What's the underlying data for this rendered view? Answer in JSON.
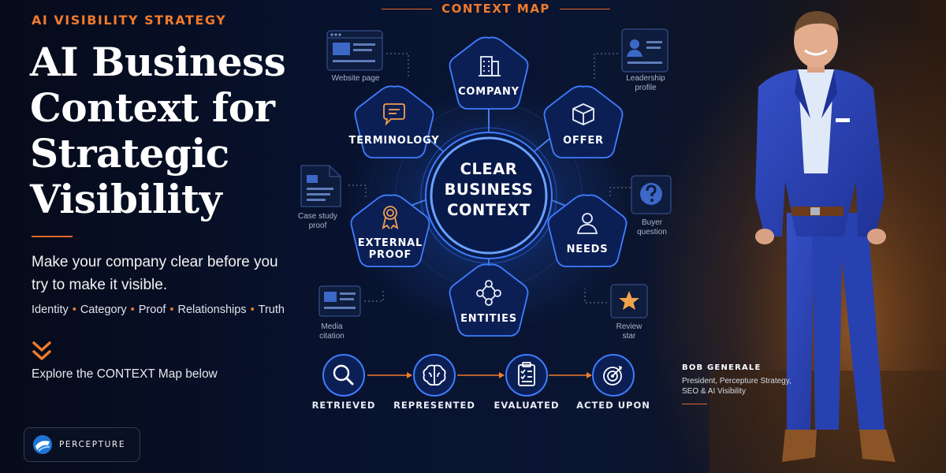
{
  "kicker": "AI VISIBILITY STRATEGY",
  "headline": {
    "line1": "AI Business",
    "line2": "Context for",
    "line3": "Strategic",
    "line4": "Visibility"
  },
  "subhead": "Make your company clear before you try to make it visible.",
  "tagline": {
    "items": [
      "Identity",
      "Category",
      "Proof",
      "Relationships",
      "Truth"
    ],
    "separator": "•"
  },
  "explore_text": "Explore the CONTEXT Map below",
  "logo": {
    "text": "PERCEPTURE",
    "icon": "perceptive-globe-icon"
  },
  "map": {
    "title": "CONTEXT MAP",
    "center_line1": "CLEAR",
    "center_line2": "BUSINESS",
    "center_line3": "CONTEXT",
    "nodes": {
      "company": {
        "label": "COMPANY",
        "icon": "building-icon"
      },
      "offer": {
        "label": "OFFER",
        "icon": "box-icon"
      },
      "needs": {
        "label": "NEEDS",
        "icon": "person-icon"
      },
      "entities": {
        "label": "ENTITIES",
        "icon": "network-icon"
      },
      "external_proof": {
        "label_line1": "EXTERNAL",
        "label_line2": "PROOF",
        "icon": "ribbon-award-icon"
      },
      "terminology": {
        "label": "TERMINOLOGY",
        "icon": "chat-bubble-icon"
      }
    },
    "artifacts": {
      "website": {
        "line1": "Website page",
        "icon": "browser-window-icon"
      },
      "leadership": {
        "line1": "Leadership",
        "line2": "profile",
        "icon": "profile-card-icon"
      },
      "buyer": {
        "line1": "Buyer",
        "line2": "question",
        "icon": "question-icon"
      },
      "review": {
        "line1": "Review",
        "line2": "star",
        "icon": "star-icon"
      },
      "media": {
        "line1": "Media",
        "line2": "citation",
        "icon": "media-card-icon"
      },
      "case_study": {
        "line1": "Case study",
        "line2": "proof",
        "icon": "document-icon"
      }
    }
  },
  "pipeline": [
    {
      "label": "RETRIEVED",
      "icon": "magnifier-icon"
    },
    {
      "label": "REPRESENTED",
      "icon": "brain-icon"
    },
    {
      "label": "EVALUATED",
      "icon": "clipboard-check-icon"
    },
    {
      "label": "ACTED UPON",
      "icon": "target-icon"
    }
  ],
  "person": {
    "name": "BOB GENERALE",
    "title": "President, Percepture Strategy, SEO & AI Visibility"
  },
  "colors": {
    "accent_orange": "#f07a2c",
    "node_blue": "#3f7dff",
    "background_navy": "#081330",
    "suit_blue": "#2a46b8"
  }
}
